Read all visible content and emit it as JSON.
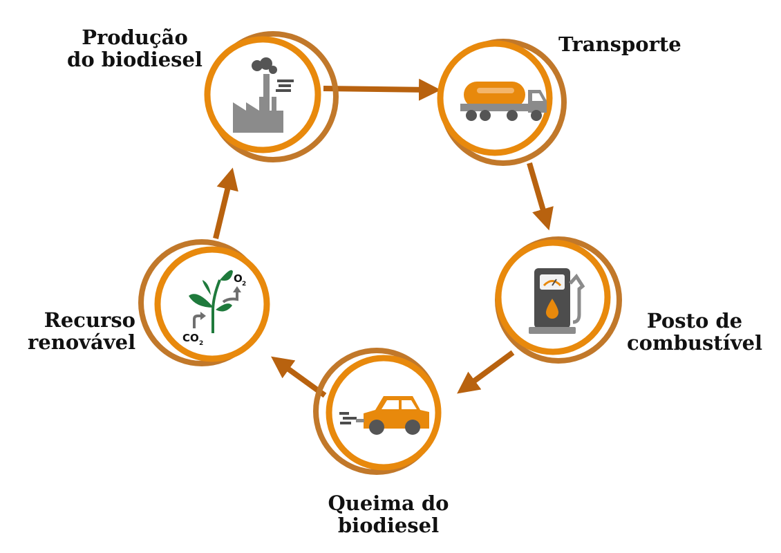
{
  "diagram": {
    "type": "cycle",
    "nodes": [
      {
        "id": "producao",
        "icon": "factory-icon",
        "lines": [
          "Produção",
          "do biodiesel"
        ]
      },
      {
        "id": "transporte",
        "icon": "tanker-truck-icon",
        "lines": [
          "Transporte"
        ]
      },
      {
        "id": "posto",
        "icon": "fuel-pump-icon",
        "lines": [
          "Posto de",
          "combustível"
        ]
      },
      {
        "id": "queima",
        "icon": "car-exhaust-icon",
        "lines": [
          "Queima do",
          "biodiesel"
        ]
      },
      {
        "id": "recurso",
        "icon": "plant-co2-icon",
        "lines": [
          "Recurso",
          "renovável"
        ]
      }
    ],
    "edges": [
      {
        "from": "producao",
        "to": "transporte"
      },
      {
        "from": "transporte",
        "to": "posto"
      },
      {
        "from": "posto",
        "to": "queima"
      },
      {
        "from": "queima",
        "to": "recurso"
      },
      {
        "from": "recurso",
        "to": "producao"
      }
    ],
    "plant_labels": {
      "co2": "CO",
      "co2_sub": "2",
      "o2": "O",
      "o2_sub": "2"
    }
  },
  "colors": {
    "orange": "#e8890c",
    "dark_orange": "#b8620f",
    "grey": "#8b8b8b",
    "dark_grey": "#4d4d4d",
    "green": "#1f7a3c"
  }
}
